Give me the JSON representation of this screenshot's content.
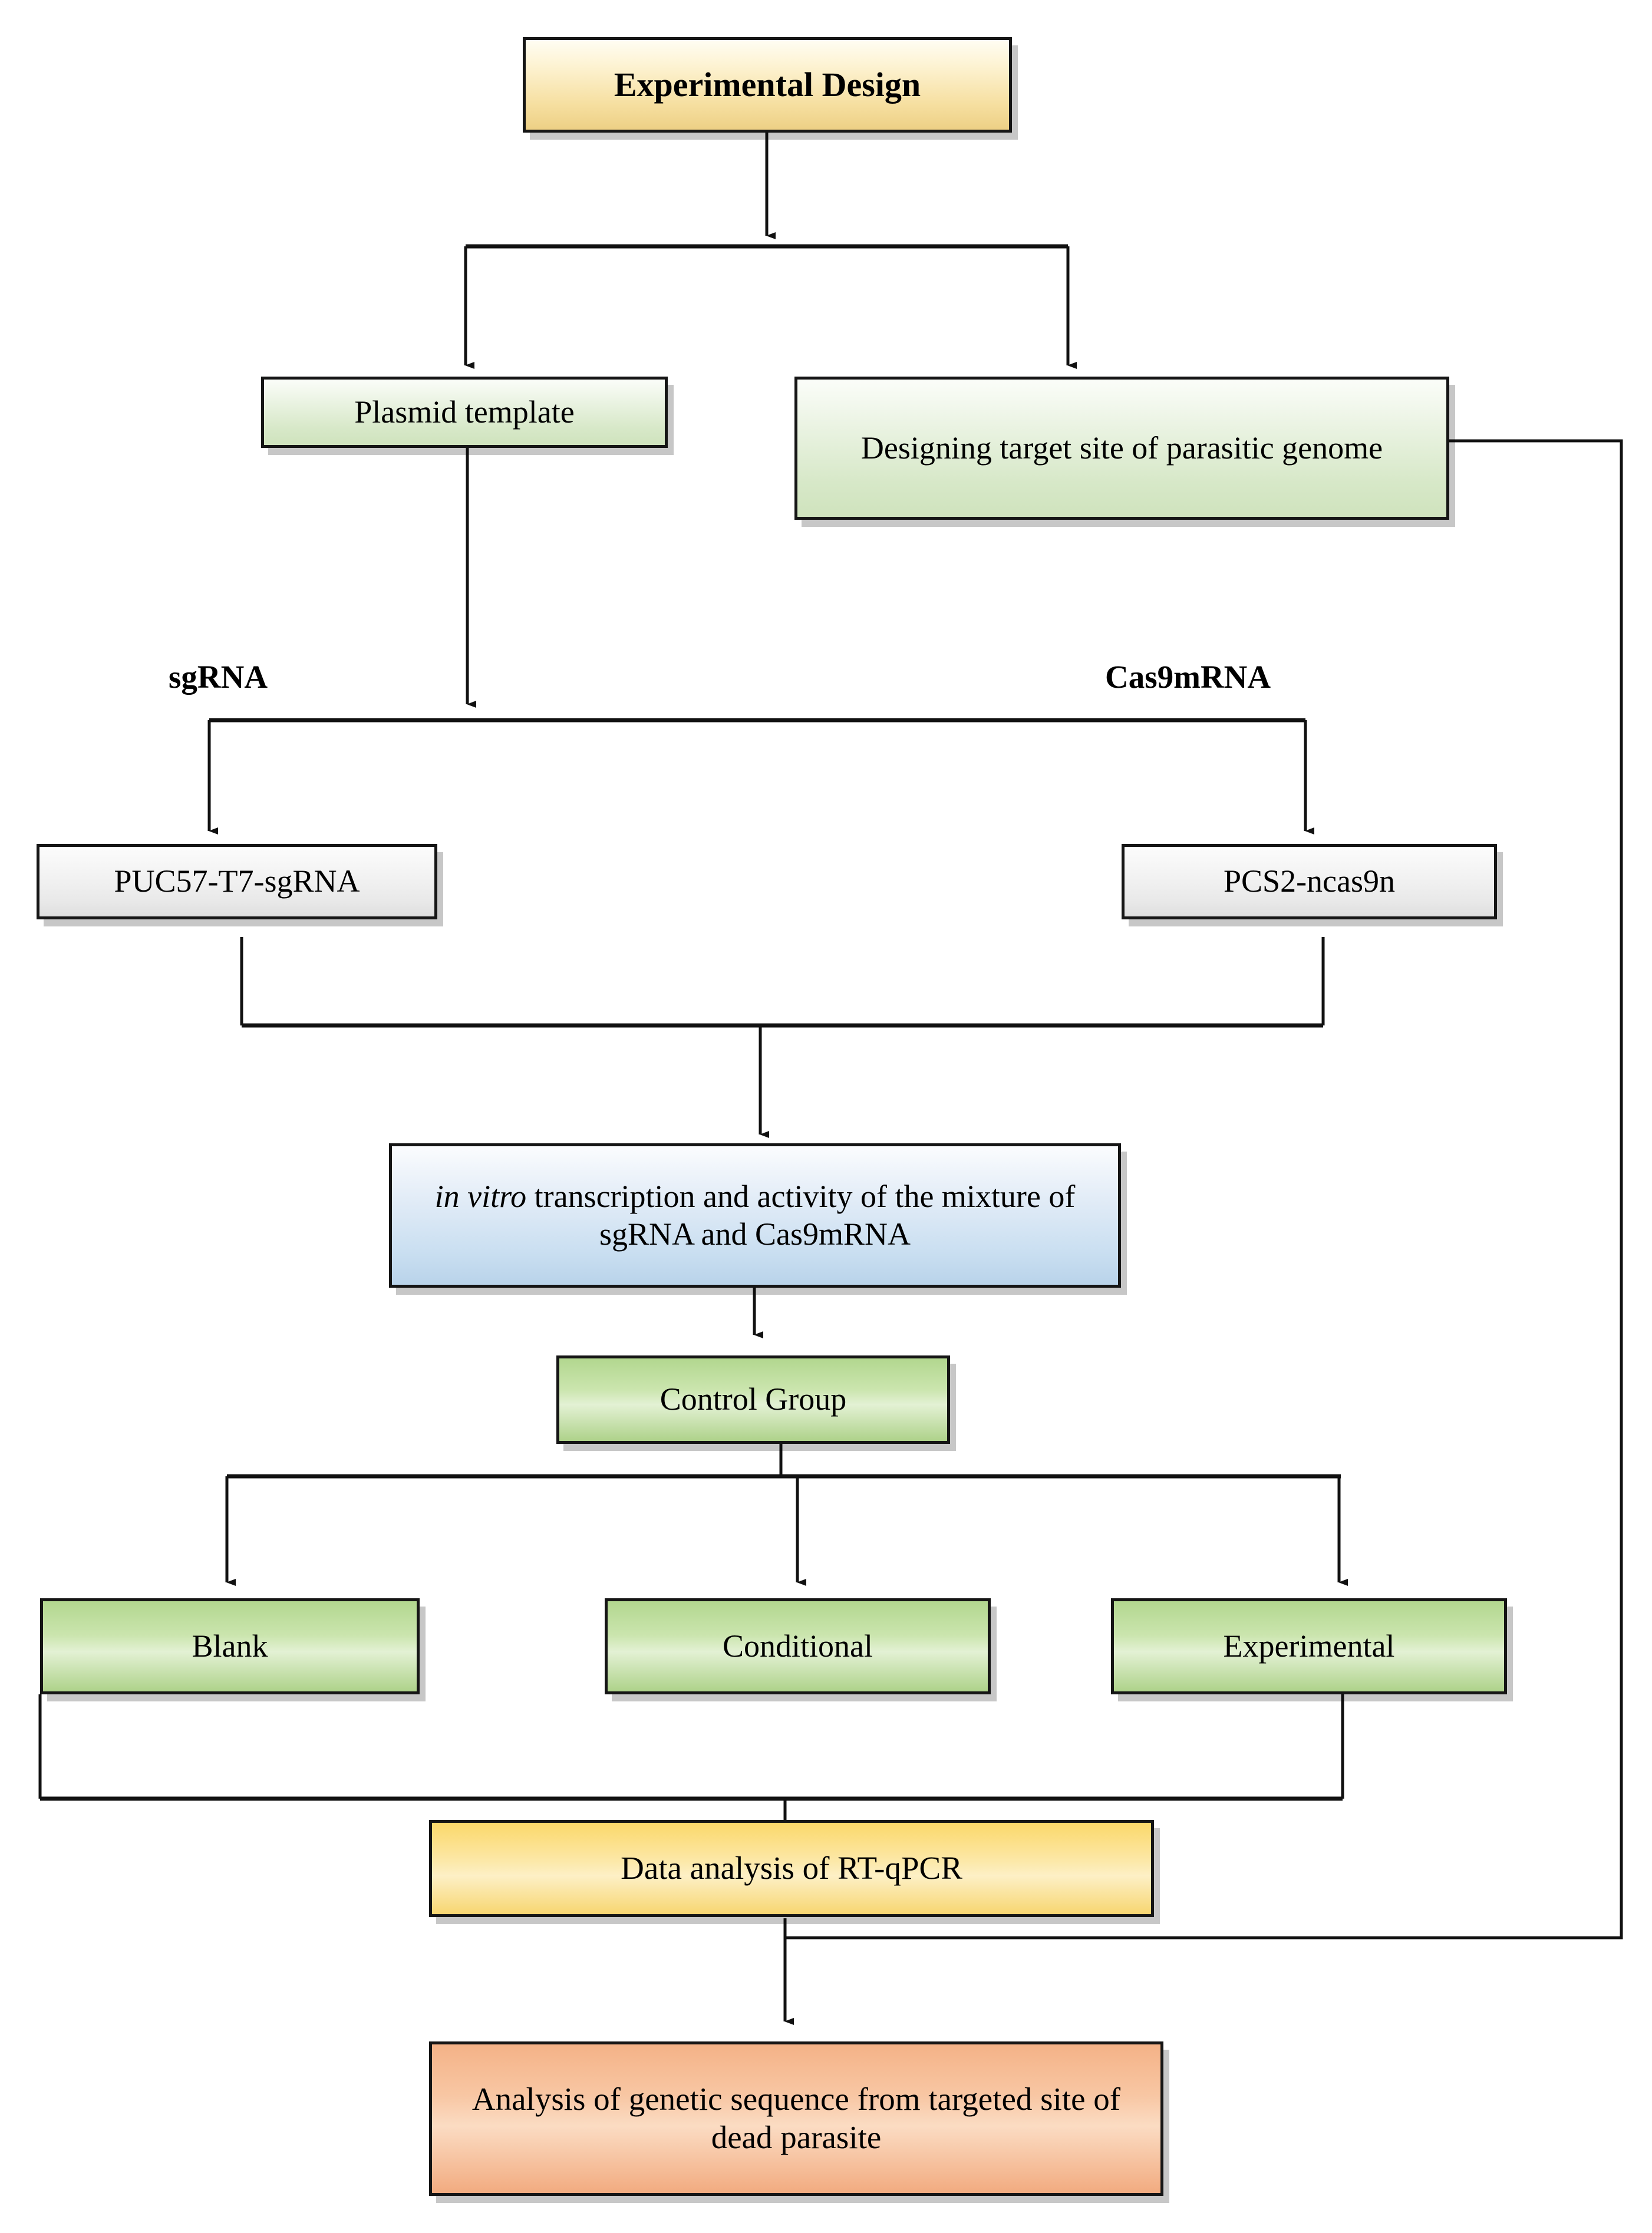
{
  "diagram": {
    "title": "Experimental Design",
    "type": "flowchart",
    "background": "#ffffff",
    "colors": {
      "title_box": "#f6dfa0",
      "green_light": "#d7e8c8",
      "green": "#b2d78f",
      "gray": "#e8e8e8",
      "blue": "#cadff1",
      "gold": "#fbd86a",
      "orange": "#f4b287",
      "border": "#151515",
      "connector": "#111111"
    },
    "nodes": [
      {
        "id": "experimental-design",
        "label": "Experimental Design",
        "fill": "gold",
        "bold": true
      },
      {
        "id": "plasmid-template",
        "label": "Plasmid template",
        "fill": "green-light",
        "bold": false
      },
      {
        "id": "designing-target",
        "label": "Designing target site of parasitic genome",
        "fill": "green-light",
        "bold": false
      },
      {
        "id": "puc57",
        "label": "PUC57-T7-sgRNA",
        "fill": "gray",
        "bold": false
      },
      {
        "id": "pcs2",
        "label": "PCS2-ncas9n",
        "fill": "gray",
        "bold": false
      },
      {
        "id": "in-vitro",
        "label_italic": "in vitro",
        "label_rest": " transcription and activity of the mixture of sgRNA and Cas9mRNA",
        "fill": "blue",
        "bold": false
      },
      {
        "id": "control-group",
        "label": "Control Group",
        "fill": "green",
        "bold": false
      },
      {
        "id": "blank",
        "label": "Blank",
        "fill": "green",
        "bold": false
      },
      {
        "id": "conditional",
        "label": "Conditional",
        "fill": "green",
        "bold": false
      },
      {
        "id": "experimental",
        "label": "Experimental",
        "fill": "green",
        "bold": false
      },
      {
        "id": "data-analysis",
        "label": "Data analysis of RT-qPCR",
        "fill": "gold2",
        "bold": false
      },
      {
        "id": "final-analysis",
        "label": "Analysis of genetic sequence from targeted site of dead parasite",
        "fill": "orange",
        "bold": false
      }
    ],
    "edge_labels": {
      "sgrna": "sgRNA",
      "cas9mrna": "Cas9mRNA"
    },
    "edges": [
      {
        "from": "experimental-design",
        "to": "plasmid-template"
      },
      {
        "from": "experimental-design",
        "to": "designing-target"
      },
      {
        "from": "plasmid-template",
        "to": "puc57",
        "label": "sgRNA"
      },
      {
        "from": "plasmid-template",
        "to": "pcs2",
        "label": "Cas9mRNA"
      },
      {
        "from": "puc57",
        "to": "in-vitro"
      },
      {
        "from": "pcs2",
        "to": "in-vitro"
      },
      {
        "from": "in-vitro",
        "to": "control-group"
      },
      {
        "from": "control-group",
        "to": "blank"
      },
      {
        "from": "control-group",
        "to": "conditional"
      },
      {
        "from": "control-group",
        "to": "experimental"
      },
      {
        "from": "blank",
        "to": "data-analysis"
      },
      {
        "from": "conditional",
        "to": "data-analysis"
      },
      {
        "from": "experimental",
        "to": "data-analysis"
      },
      {
        "from": "data-analysis",
        "to": "final-analysis"
      },
      {
        "from": "designing-target",
        "to": "final-analysis"
      }
    ]
  }
}
